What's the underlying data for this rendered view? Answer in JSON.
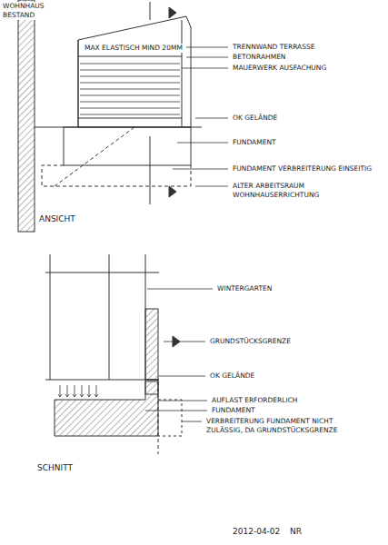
{
  "diagram": {
    "labels": [
      "WOHNHAUS BESTAND",
      "MAX ELASTISCH MIND 20MM",
      "TRENNWAND TERRASSE",
      "BETONRAHMEN",
      "MAUERWERK AUSFACHUNG",
      "OK GELÄNDE",
      "FUNDAMENT",
      "FUNDAMENT VERBREITERUNG EINSEITIG",
      "ALTER ARBEITSRAUM WOHNHAUSERRICHTUNG",
      "ANSICHT",
      "WINTERGARTEN",
      "GRUNDSTÜCKSGRENZE",
      "OK GELÄNDE",
      "AUFLAST ERFORDERLICH",
      "FUNDAMENT",
      "VERBREITERUNG FUNDAMENT NICHT ZULÄSSIG, DA GRUNDSTÜCKSGRENZE",
      "SCHNITT",
      "2012-04-02",
      "NR"
    ]
  }
}
